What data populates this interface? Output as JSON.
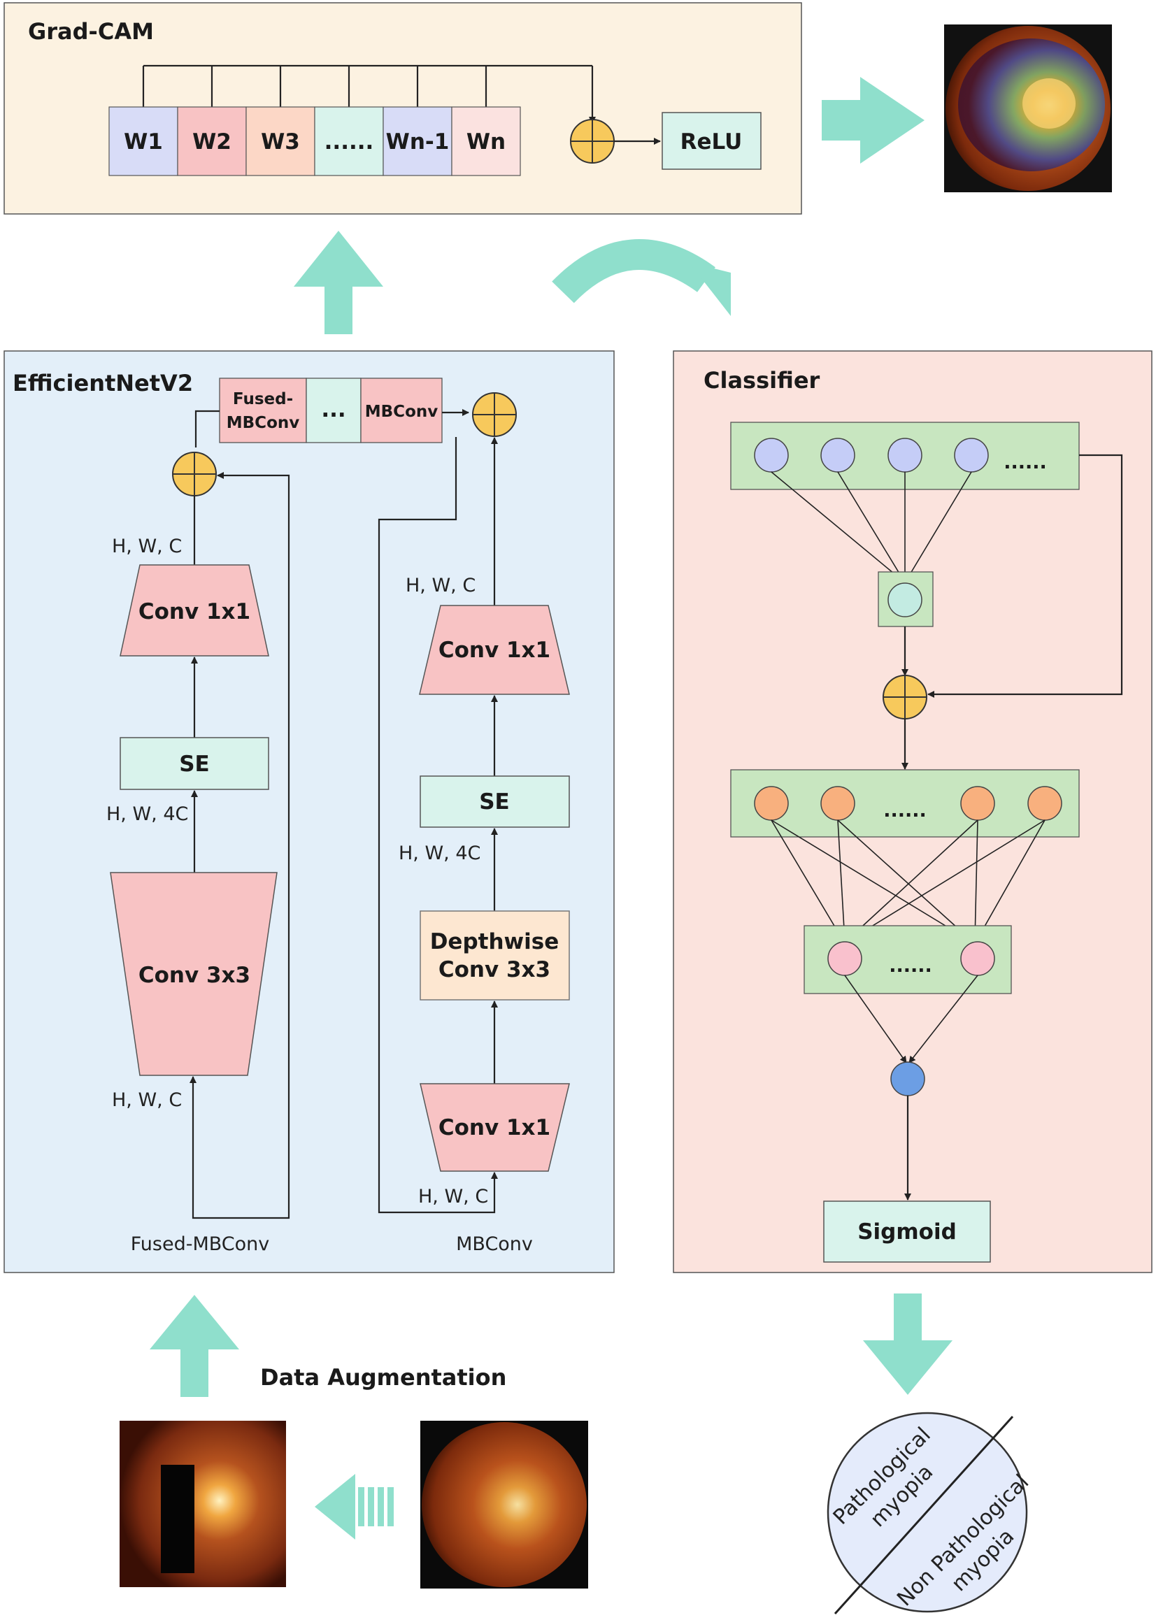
{
  "gradcam": {
    "title": "Grad-CAM",
    "weights": [
      "W1",
      "W2",
      "W3",
      "......",
      "Wn-1",
      "Wn"
    ],
    "relu": "ReLU"
  },
  "efficientnet": {
    "title": "EfficientNetV2",
    "top_blocks": [
      "Fused-\nMBConv",
      "...",
      "MBConv"
    ],
    "fused": {
      "caption": "Fused-MBConv",
      "conv1x1": "Conv 1x1",
      "se": "SE",
      "conv3x3": "Conv 3x3",
      "dim_top": "H, W, C",
      "dim_mid": "H, W, 4C",
      "dim_bottom": "H, W, C"
    },
    "mbconv": {
      "caption": "MBConv",
      "conv1x1_top": "Conv 1x1",
      "se": "SE",
      "depthwise_line1": "Depthwise",
      "depthwise_line2": "Conv 3x3",
      "conv1x1_bottom": "Conv 1x1",
      "dim_top": "H, W, C",
      "dim_mid": "H, W, 4C",
      "dim_bottom": "H, W, C"
    }
  },
  "classifier": {
    "title": "Classifier",
    "ellipsis": "......",
    "sigmoid": "Sigmoid"
  },
  "data_augmentation": {
    "label": "Data Augmentation"
  },
  "output": {
    "class_a_line1": "Pathological",
    "class_a_line2": "myopia",
    "class_b_line1": "Non Pathological",
    "class_b_line2": "myopia"
  },
  "colors": {
    "gradcam_bg": "#fcf2e1",
    "efficientnet_bg": "#e3eff9",
    "classifier_bg": "#fbe3dd",
    "arrow": "#8fdfcc",
    "teal_block": "#d9f3ec",
    "pink_block": "#f8cfd1",
    "peach_block": "#fde7d1",
    "lavender_block": "#d8dcf7",
    "green_layer": "#c8e6c0",
    "plus_circle": "#f7c95c",
    "node_blue": "#c5cdf7",
    "node_orange": "#f8b07e",
    "node_pink": "#f9c1cd",
    "node_teal": "#c3ebe2",
    "node_output": "#6c9ee4",
    "output_circle": "#e4ebfb"
  }
}
